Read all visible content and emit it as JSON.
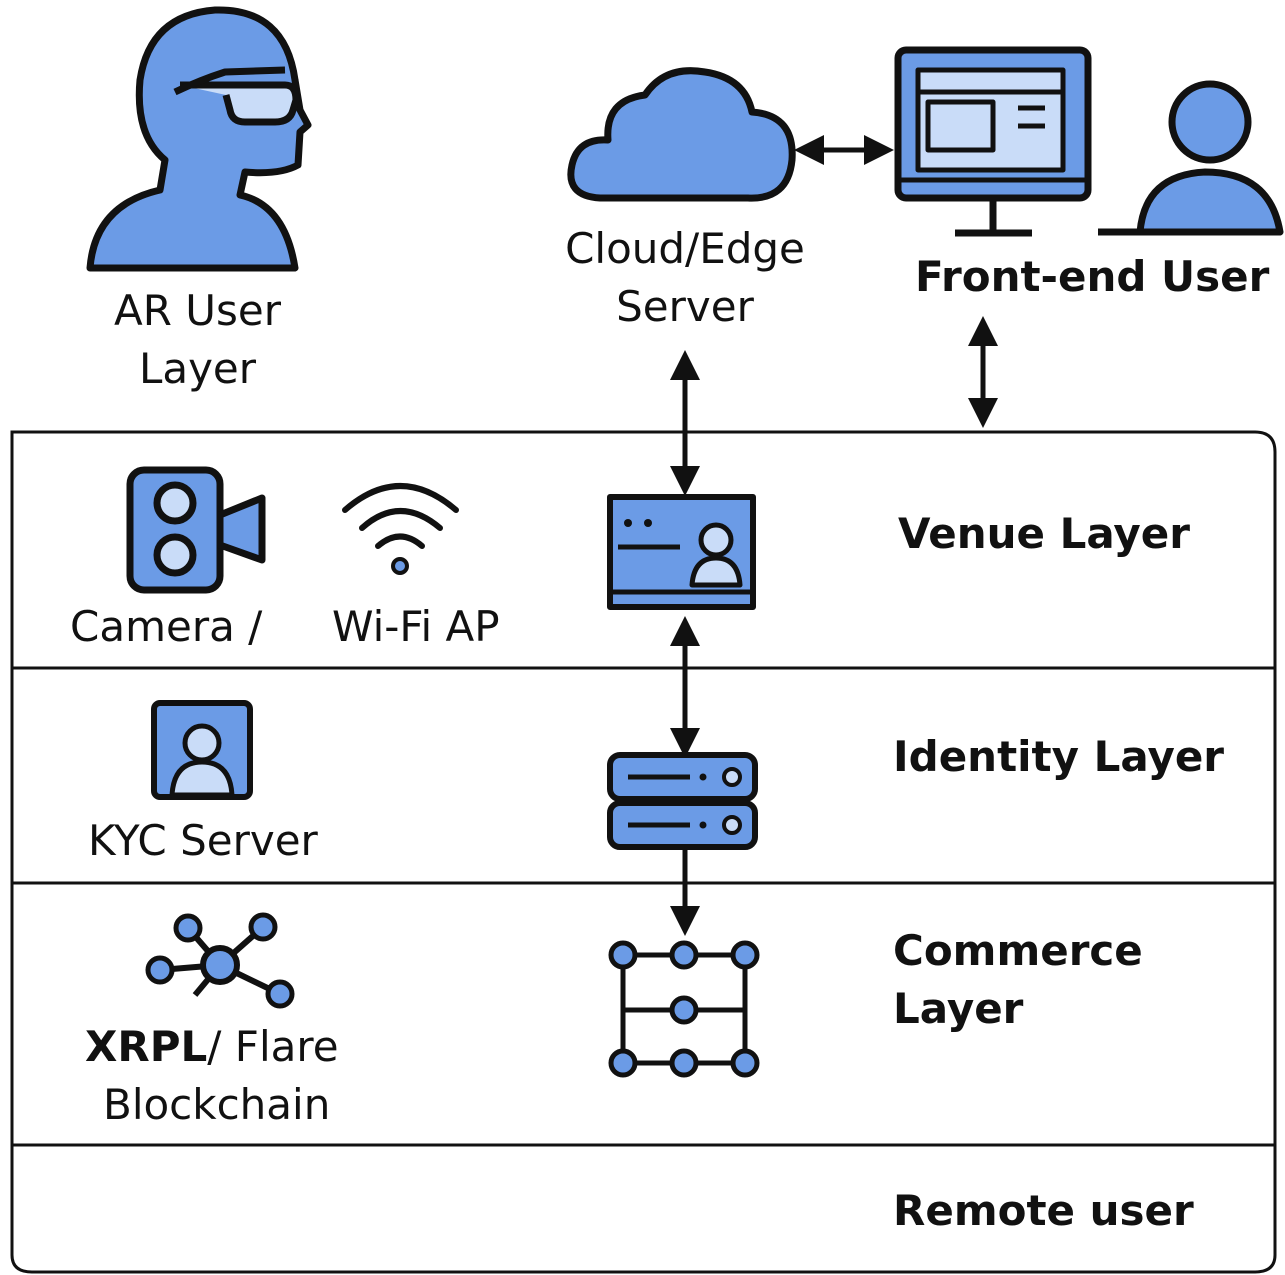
{
  "colors": {
    "accent": "#6b9be6",
    "accent_light": "#c9dcf8",
    "stroke": "#111111",
    "background": "#ffffff"
  },
  "top": {
    "ar_user": {
      "line1": "AR User",
      "line2": "Layer",
      "icon": "ar-glasses-user-icon"
    },
    "cloud": {
      "line1": "Cloud/Edge",
      "line2": "Server",
      "icon": "cloud-icon"
    },
    "frontend": {
      "label": "Front-end User",
      "icons": [
        "monitor-icon",
        "user-icon"
      ]
    }
  },
  "layers": [
    {
      "name": "Venue Layer",
      "items": [
        {
          "label": "Camera /",
          "icon": "camera-icon"
        },
        {
          "label": "Wi-Fi AP",
          "icon": "wifi-icon"
        }
      ],
      "center_icon": "dashboard-user-icon"
    },
    {
      "name": "Identity Layer",
      "items": [
        {
          "label": "KYC Server",
          "icon": "id-badge-icon"
        }
      ],
      "center_icon": "server-rack-icon"
    },
    {
      "name_line1": "Commerce",
      "name_line2": "Layer",
      "items": [
        {
          "label_bold": "XRPL",
          "label_rest": "/ Flare",
          "label_line2": "Blockchain",
          "icon": "network-nodes-icon"
        }
      ],
      "center_icon": "blockchain-grid-icon"
    },
    {
      "name": "Remote user",
      "items": []
    }
  ]
}
